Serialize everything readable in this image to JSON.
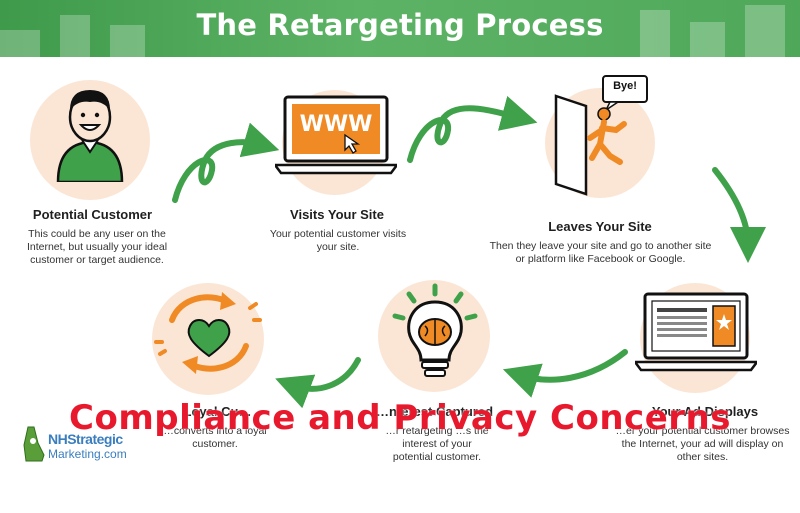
{
  "header": {
    "title": "The Retargeting Process"
  },
  "steps": [
    {
      "title": "Potential Customer",
      "desc": "This could be any user on the Internet, but usually your ideal customer or target audience.",
      "icon": "person-icon"
    },
    {
      "title": "Visits Your Site",
      "desc": "Your potential customer visits your site.",
      "icon": "laptop-www-icon",
      "screen_text": "WWW"
    },
    {
      "title": "Leaves Your Site",
      "desc": "Then they leave your site and go to another site or platform like Facebook or Google.",
      "icon": "exit-door-icon",
      "bubble_text": "Bye!"
    },
    {
      "title": "Your Ad Displays",
      "desc": "…er your potential customer browses the Internet, your ad will display on other sites.",
      "icon": "laptop-ad-icon"
    },
    {
      "title": "…nterest Captured",
      "desc": "…r retargeting …s the interest of your potential customer.",
      "icon": "lightbulb-brain-icon"
    },
    {
      "title": "Loyal Cu…",
      "desc": "…converts into a loyal customer.",
      "icon": "heart-cycle-icon"
    }
  ],
  "overlay_text": "Compliance and Privacy Concerns",
  "logo": {
    "line1": "NHStrategic",
    "line2": "Marketing.com"
  },
  "colors": {
    "green": "#3fa14a",
    "orange": "#f08a24",
    "peach": "#fbe6d6",
    "red": "#e8192c"
  }
}
